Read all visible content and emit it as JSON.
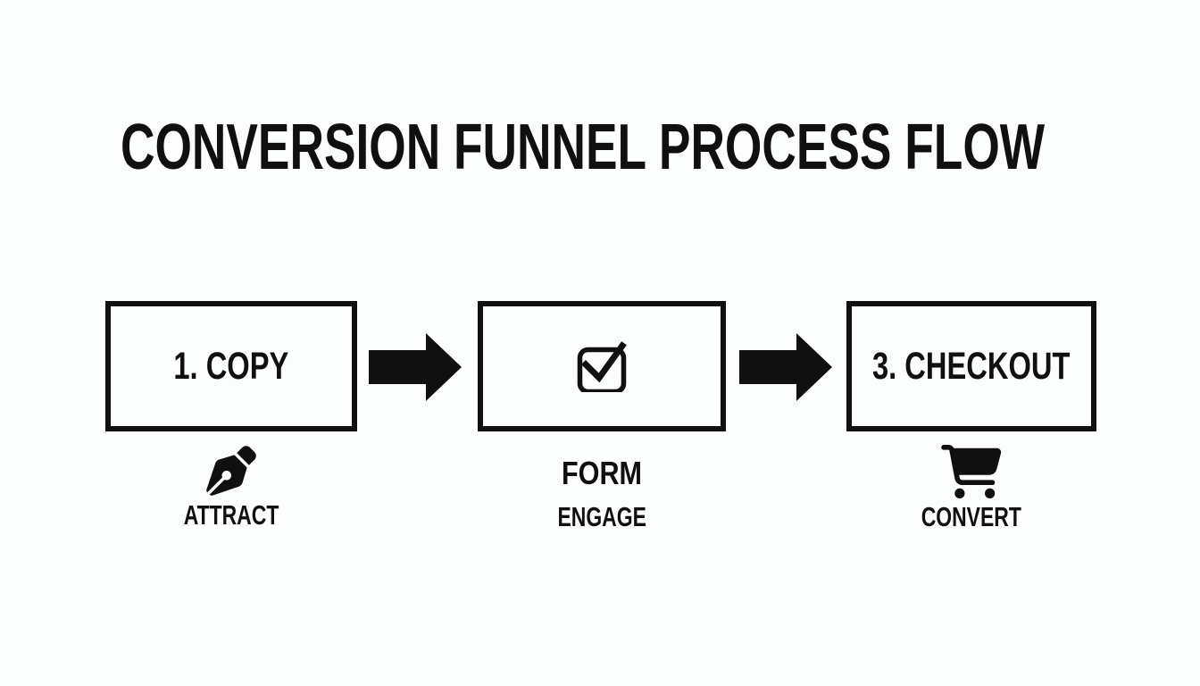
{
  "page": {
    "background_color": "#fcfdfd",
    "ink_color": "#101010"
  },
  "title": "CONVERSION FUNNEL PROCESS FLOW",
  "diagram": {
    "steps": [
      {
        "box_label": "1. COPY",
        "caption": "ATTRACT",
        "caption_icon": "pen-nib-icon"
      },
      {
        "box_icon": "checkbox-checked-icon",
        "sub_label": "FORM",
        "caption": "ENGAGE"
      },
      {
        "box_label": "3. CHECKOUT",
        "caption": "CONVERT",
        "caption_icon": "shopping-cart-icon"
      }
    ],
    "connector_icon": "arrow-right-icon"
  }
}
